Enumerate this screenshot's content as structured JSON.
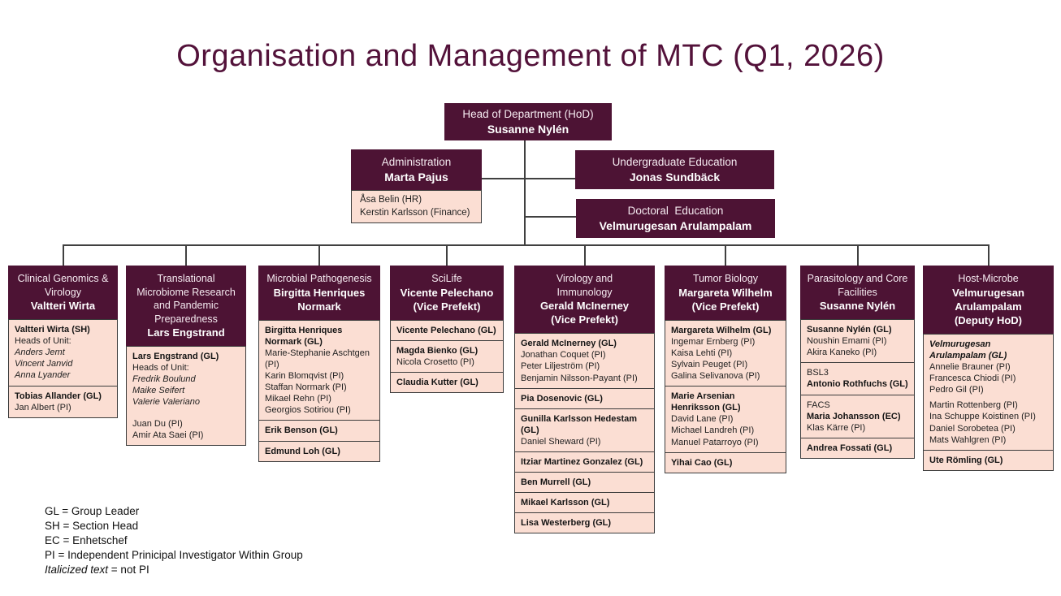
{
  "title": "Organisation and Management of MTC (Q1, 2026)",
  "colors": {
    "plum": "#4d1334",
    "pink": "#fbded3",
    "title_text": "#53123a",
    "line": "#404040"
  },
  "top_boxes": {
    "hod": {
      "role": "Head of Department (HoD)",
      "name": "Susanne Nylén"
    },
    "administration": {
      "role": "Administration",
      "name": "Marta Pajus",
      "staff": [
        "Åsa Belin (HR)",
        "Kerstin Karlsson (Finance)"
      ]
    },
    "undergraduate": {
      "role": "Undergraduate Education",
      "name": "Jonas Sundbäck"
    },
    "doctoral": {
      "role": "Doctoral  Education",
      "name": "Velmurugesan Arulampalam"
    }
  },
  "departments": [
    {
      "title": "Clinical Genomics & Virology",
      "head": "Valtteri Wirta",
      "suffix": "",
      "sections": [
        {
          "lines": [
            {
              "style": "bold",
              "text": "Valtteri Wirta (SH)"
            },
            {
              "style": "regular",
              "text": "Heads of Unit:"
            },
            {
              "style": "italic",
              "text": "Anders Jemt"
            },
            {
              "style": "italic",
              "text": "Vincent Janvid"
            },
            {
              "style": "italic",
              "text": "Anna Lyander"
            }
          ]
        },
        {
          "lines": [
            {
              "style": "bold",
              "text": "Tobias Allander (GL)"
            },
            {
              "style": "regular",
              "text": "Jan Albert (PI)"
            }
          ]
        }
      ]
    },
    {
      "title": "Translational Microbiome Research and Pandemic Preparedness",
      "head": "Lars Engstrand",
      "suffix": "",
      "sections": [
        {
          "lines": [
            {
              "style": "bold",
              "text": "Lars Engstrand (GL)"
            },
            {
              "style": "regular",
              "text": "Heads of Unit:"
            },
            {
              "style": "italic",
              "text": "Fredrik Boulund"
            },
            {
              "style": "italic",
              "text": "Maike Seifert"
            },
            {
              "style": "italic",
              "text": "Valerie Valeriano"
            },
            {
              "style": "gap",
              "text": ""
            },
            {
              "style": "regular",
              "text": "Juan Du (PI)"
            },
            {
              "style": "regular",
              "text": "Amir Ata Saei (PI)"
            }
          ]
        }
      ]
    },
    {
      "title": "Microbial Pathogenesis",
      "head": "Birgitta Henriques Normark",
      "suffix": "",
      "sections": [
        {
          "lines": [
            {
              "style": "bold",
              "text": "Birgitta Henriques Normark (GL)"
            },
            {
              "style": "regular",
              "text": "Marie-Stephanie Aschtgen (PI)"
            },
            {
              "style": "regular",
              "text": "Karin Blomqvist (PI)"
            },
            {
              "style": "regular",
              "text": "Staffan Normark (PI)"
            },
            {
              "style": "regular",
              "text": "Mikael Rehn (PI)"
            },
            {
              "style": "regular",
              "text": "Georgios Sotiriou (PI)"
            }
          ]
        },
        {
          "lines": [
            {
              "style": "bold",
              "text": "Erik Benson (GL)"
            }
          ]
        },
        {
          "lines": [
            {
              "style": "bold",
              "text": "Edmund Loh (GL)"
            }
          ]
        }
      ]
    },
    {
      "title": "SciLife",
      "head": "Vicente Pelechano",
      "suffix": "(Vice Prefekt)",
      "sections": [
        {
          "lines": [
            {
              "style": "bold",
              "text": "Vicente Pelechano (GL)"
            }
          ]
        },
        {
          "lines": [
            {
              "style": "bold",
              "text": "Magda Bienko (GL)"
            },
            {
              "style": "regular",
              "text": "Nicola Crosetto (PI)"
            }
          ]
        },
        {
          "lines": [
            {
              "style": "bold",
              "text": "Claudia Kutter (GL)"
            }
          ]
        }
      ]
    },
    {
      "title": "Virology and Immunology",
      "head": "Gerald McInerney",
      "suffix": "(Vice Prefekt)",
      "sections": [
        {
          "lines": [
            {
              "style": "bold",
              "text": "Gerald McInerney (GL)"
            },
            {
              "style": "regular",
              "text": "Jonathan Coquet (PI)"
            },
            {
              "style": "regular",
              "text": "Peter Liljeström (PI)"
            },
            {
              "style": "regular",
              "text": "Benjamin Nilsson-Payant (PI)"
            }
          ]
        },
        {
          "lines": [
            {
              "style": "bold",
              "text": "Pia Dosenovic (GL)"
            }
          ]
        },
        {
          "lines": [
            {
              "style": "bold",
              "text": "Gunilla Karlsson Hedestam (GL)"
            },
            {
              "style": "regular",
              "text": "Daniel Sheward (PI)"
            }
          ]
        },
        {
          "lines": [
            {
              "style": "bold",
              "text": "Itziar Martinez Gonzalez (GL)"
            }
          ]
        },
        {
          "lines": [
            {
              "style": "bold",
              "text": "Ben Murrell (GL)"
            }
          ]
        },
        {
          "lines": [
            {
              "style": "bold",
              "text": "Mikael Karlsson (GL)"
            }
          ]
        },
        {
          "lines": [
            {
              "style": "bold",
              "text": "Lisa Westerberg (GL)"
            }
          ]
        }
      ]
    },
    {
      "title": "Tumor Biology",
      "head": "Margareta Wilhelm",
      "suffix": "(Vice Prefekt)",
      "sections": [
        {
          "lines": [
            {
              "style": "bold",
              "text": "Margareta Wilhelm (GL)"
            },
            {
              "style": "regular",
              "text": "Ingemar Ernberg (PI)"
            },
            {
              "style": "regular",
              "text": "Kaisa Lehti (PI)"
            },
            {
              "style": "regular",
              "text": "Sylvain Peuget (PI)"
            },
            {
              "style": "regular",
              "text": "Galina Selivanova (PI)"
            }
          ]
        },
        {
          "lines": [
            {
              "style": "bold",
              "text": "Marie Arsenian Henriksson (GL)"
            },
            {
              "style": "regular",
              "text": "David Lane (PI)"
            },
            {
              "style": "regular",
              "text": "Michael Landreh (PI)"
            },
            {
              "style": "regular",
              "text": "Manuel Patarroyo (PI)"
            }
          ]
        },
        {
          "lines": [
            {
              "style": "bold",
              "text": "Yihai Cao (GL)"
            }
          ]
        }
      ]
    },
    {
      "title": "Parasitology and Core Facilities",
      "head": "Susanne Nylén",
      "suffix": "",
      "sections": [
        {
          "lines": [
            {
              "style": "bold",
              "text": "Susanne Nylén (GL)"
            },
            {
              "style": "regular",
              "text": "Noushin Emami (PI)"
            },
            {
              "style": "regular",
              "text": "Akira Kaneko (PI)"
            }
          ]
        },
        {
          "lines": [
            {
              "style": "regular",
              "text": "BSL3"
            },
            {
              "style": "bold",
              "text": "Antonio Rothfuchs (GL)"
            }
          ]
        },
        {
          "lines": [
            {
              "style": "regular",
              "text": "FACS"
            },
            {
              "style": "bold",
              "text": "Maria Johansson (EC)"
            },
            {
              "style": "regular",
              "text": "Klas Kärre (PI)"
            }
          ]
        },
        {
          "lines": [
            {
              "style": "bold",
              "text": "Andrea Fossati (GL)"
            }
          ]
        }
      ]
    },
    {
      "title": "Host-Microbe",
      "head": "Velmurugesan Arulampalam",
      "suffix": "(Deputy HoD)",
      "sections": [
        {
          "lines": [
            {
              "style": "bolditalic",
              "text": "Velmurugesan Arulampalam (GL)"
            },
            {
              "style": "regular",
              "text": "Annelie Brauner (PI)"
            },
            {
              "style": "regular",
              "text": "Francesca Chiodi (PI)"
            },
            {
              "style": "regular",
              "text": "Pedro Gil (PI)"
            },
            {
              "style": "smallgap",
              "text": ""
            },
            {
              "style": "regular",
              "text": "Martin Rottenberg (PI)"
            },
            {
              "style": "regular",
              "text": "Ina Schuppe Koistinen (PI)"
            },
            {
              "style": "regular",
              "text": "Daniel Sorobetea (PI)"
            },
            {
              "style": "regular",
              "text": "Mats Wahlgren (PI)"
            }
          ]
        },
        {
          "lines": [
            {
              "style": "bold",
              "text": "Ute Römling (GL)"
            }
          ]
        }
      ]
    }
  ],
  "legend": {
    "lines": [
      {
        "em": "",
        "text": "GL = Group Leader"
      },
      {
        "em": "",
        "text": "SH = Section Head"
      },
      {
        "em": "",
        "text": "EC = Enhetschef"
      },
      {
        "em": "",
        "text": "PI = Independent Prinicipal Investigator Within Group"
      },
      {
        "em": "Italicized text",
        "text": " = not PI"
      }
    ]
  }
}
